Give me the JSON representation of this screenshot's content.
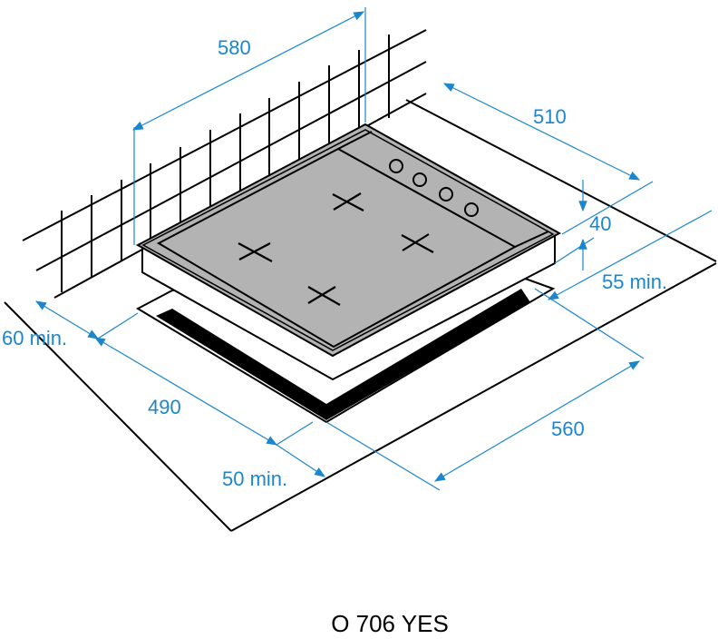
{
  "title": "O 706 YES",
  "dimensions": {
    "width": "580",
    "depth": "510",
    "height": "40",
    "rear_clearance": "55 min.",
    "side_clearance": "60 min.",
    "cutout_depth": "490",
    "cutout_width": "560",
    "front_clearance": "50 min."
  },
  "colors": {
    "dimension": "#1b86cc",
    "hob_top": "#b3b3b3",
    "cutout": "#000000"
  }
}
